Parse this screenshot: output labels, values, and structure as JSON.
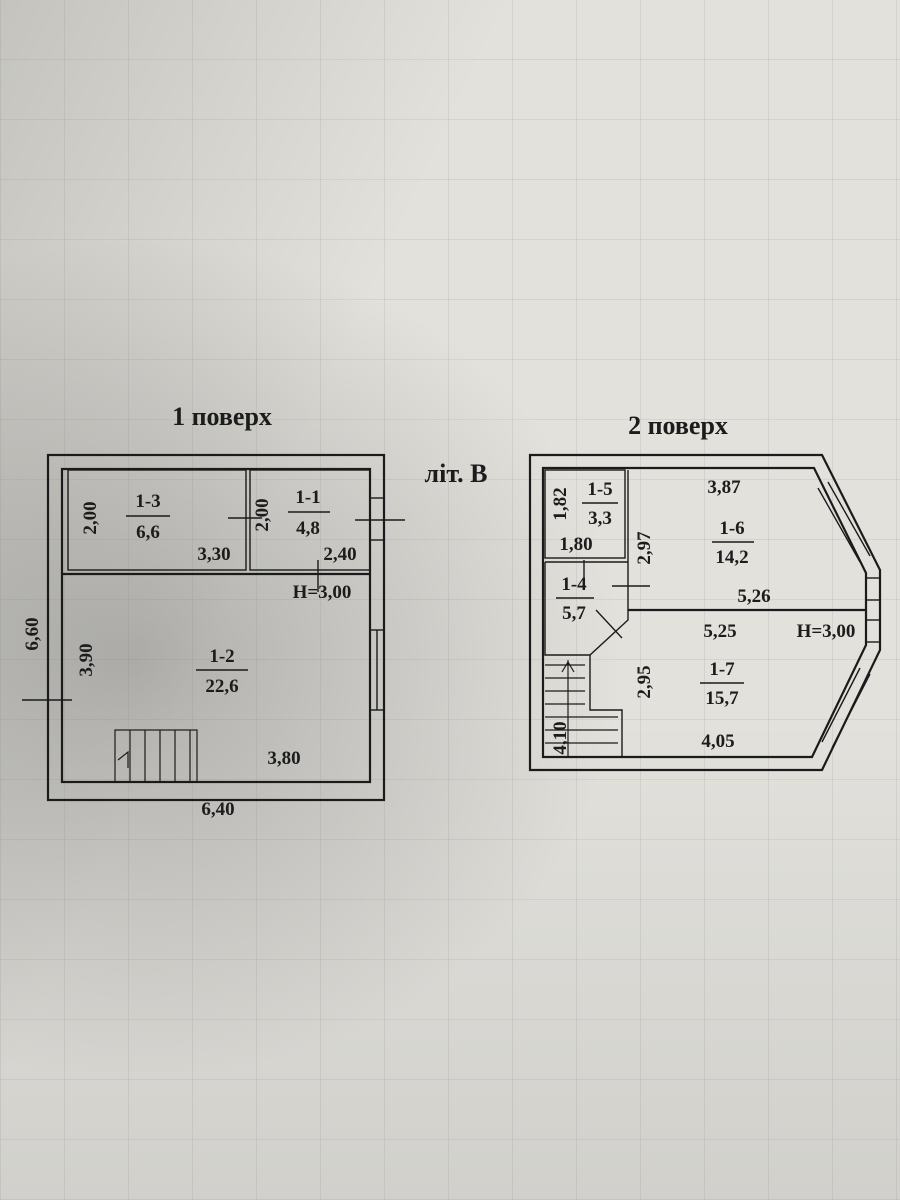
{
  "floor1": {
    "title": "1 поверх",
    "overall_width": "6,40",
    "overall_height": "6,60",
    "height_note": "H=3,00",
    "rooms": [
      {
        "id": "1-3",
        "area": "6,6"
      },
      {
        "id": "1-1",
        "area": "4,8"
      },
      {
        "id": "1-2",
        "area": "22,6"
      }
    ],
    "dimensions": [
      "2,00",
      "3,30",
      "2,00",
      "2,40",
      "3,90",
      "3,80"
    ]
  },
  "litera": "літ. В",
  "floor2": {
    "title": "2 поверх",
    "height_note": "H=3,00",
    "rooms": [
      {
        "id": "1-5",
        "area": "3,3"
      },
      {
        "id": "1-6",
        "area": "14,2"
      },
      {
        "id": "1-4",
        "area": "5,7"
      },
      {
        "id": "1-7",
        "area": "15,7"
      }
    ],
    "dimensions": [
      "1,82",
      "1,80",
      "3,87",
      "2,97",
      "5,26",
      "5,25",
      "2,95",
      "4,10",
      "4,05"
    ]
  }
}
